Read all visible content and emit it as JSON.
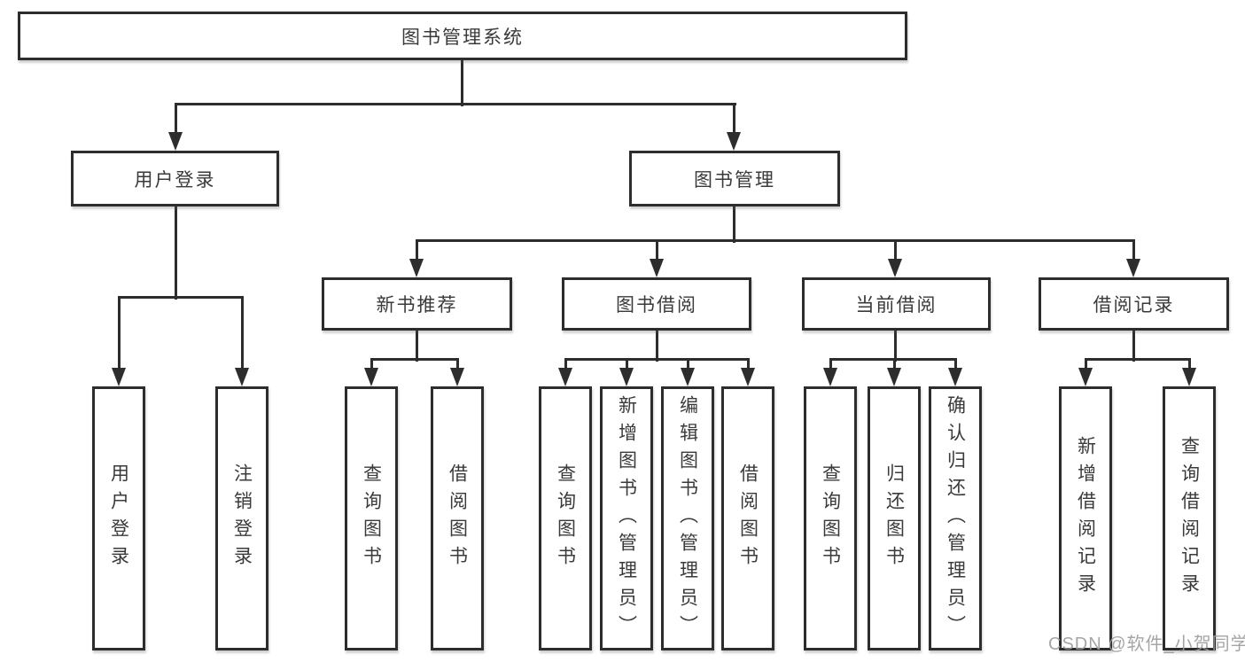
{
  "diagram": {
    "title": "图书管理系统",
    "root": {
      "label": "图书管理系统"
    },
    "branches": [
      {
        "label": "用户登录",
        "leaves": [
          "用户登录",
          "注销登录"
        ]
      },
      {
        "label": "图书管理",
        "modules": [
          {
            "label": "新书推荐",
            "leaves": [
              "查询图书",
              "借阅图书"
            ]
          },
          {
            "label": "图书借阅",
            "leaves": [
              "查询图书",
              "新增图书（管理员）",
              "编辑图书（管理员）",
              "借阅图书"
            ]
          },
          {
            "label": "当前借阅",
            "leaves": [
              "查询图书",
              "归还图书",
              "确认归还（管理员）"
            ]
          },
          {
            "label": "借阅记录",
            "leaves": [
              "新增借阅记录",
              "查询借阅记录"
            ]
          }
        ]
      }
    ]
  },
  "colors": {
    "line": "#2d2d2d",
    "box_border": "#2d2d2d",
    "box_fill": "#ffffff",
    "text": "#3a3a3a",
    "watermark": "#9c9c9c"
  },
  "watermark": {
    "text": "CSDN @软件_小贺同学"
  }
}
